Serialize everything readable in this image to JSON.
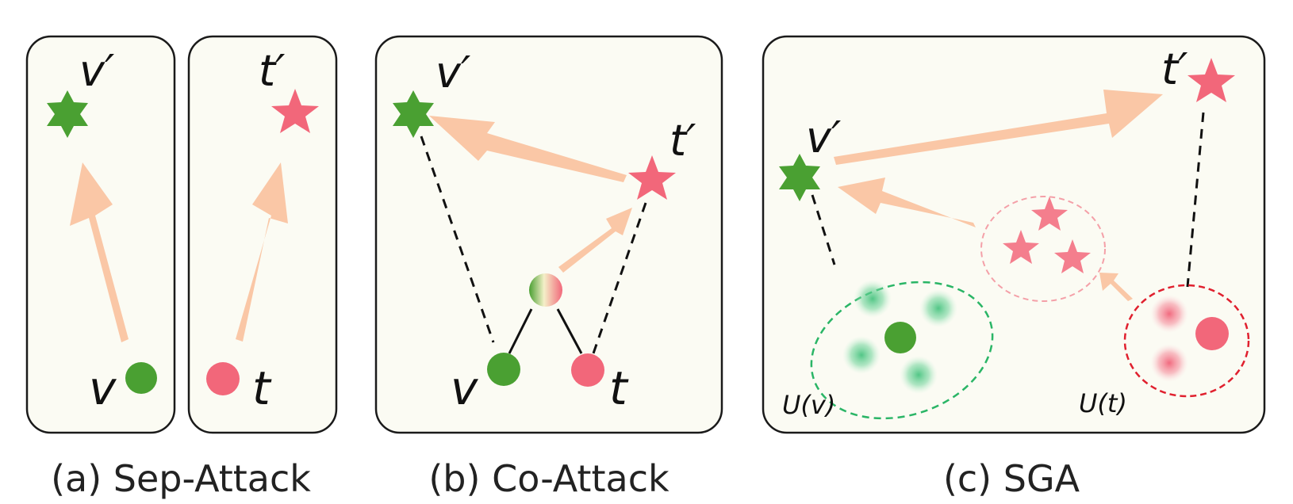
{
  "panels": {
    "a": {
      "caption": "(a) Sep-Attack",
      "labels": {
        "v_adv": "v′",
        "t_adv": "t′",
        "v": "v",
        "t": "t"
      }
    },
    "b": {
      "caption": "(b) Co-Attack",
      "labels": {
        "v_adv": "v′",
        "t_adv": "t′",
        "v": "v",
        "t": "t"
      }
    },
    "c": {
      "caption": "(c) SGA",
      "labels": {
        "v_adv": "v′",
        "t_adv": "t′",
        "uv": "U(v)",
        "ut": "U(t)"
      }
    }
  },
  "colors": {
    "image_node": "#4aa032",
    "text_node": "#f2677a",
    "arrow": "#fac7a6",
    "panel_fill": "#fbfbf3",
    "image_set_border": "#2ab566",
    "text_set_border": "#e0202e"
  }
}
